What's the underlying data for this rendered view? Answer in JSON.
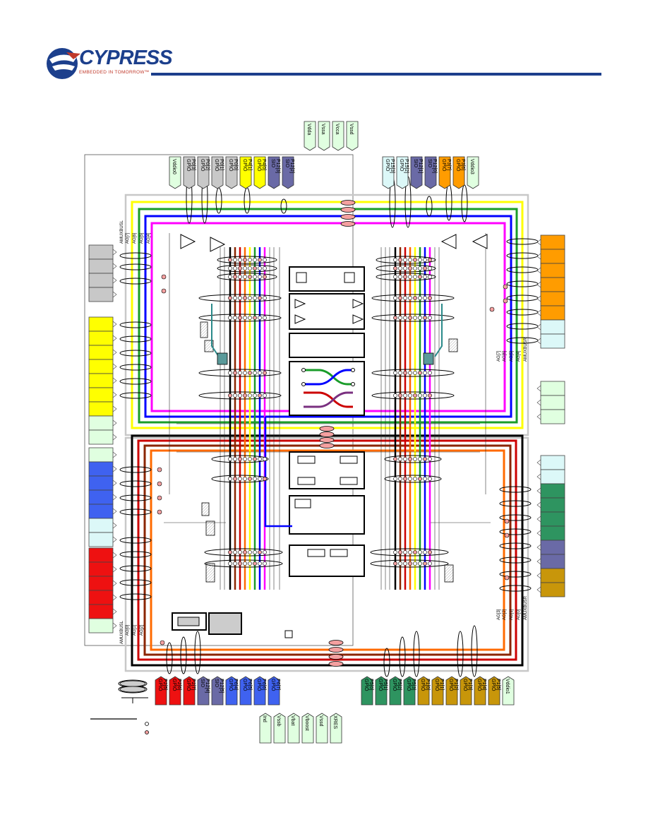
{
  "header": {
    "logo_text": "CYPRESS",
    "tagline": "EMBEDDED IN TOMORROW™"
  },
  "colors": {
    "brand": "#1c3f8c",
    "gray_pin": "#c8c8c8",
    "yellow_pin": "#ffff00",
    "blue_pin": "#3f62f0",
    "red_pin": "#ee1111",
    "green_pin": "#2e9460",
    "purple_pin": "#6a6aa6",
    "orange_pin": "#ff9c00",
    "gold_pin": "#c8960a",
    "light_pin": "#dcf8f8",
    "pale_green_pin": "#e0ffe0"
  },
  "power_top": [
    "Vdda",
    "Vssa",
    "Vcca",
    "Vssd"
  ],
  "top_left_pins": [
    "Vddio0",
    "P0[3]",
    "P0[2]",
    "P0[1]",
    "P0[0]",
    "P4[1]",
    "P4[0]",
    "P12[3]",
    "P12[2]"
  ],
  "top_left_types": [
    "",
    "GPIO",
    "GPIO",
    "GPIO",
    "GPIO",
    "GPIO",
    "GPIO",
    "SIO",
    "SIO"
  ],
  "top_right_pins": [
    "P15[3]",
    "P15[2]",
    "P12[1]",
    "P12[0]",
    "P3[7]",
    "P3[6]",
    "Vddio3"
  ],
  "top_right_types": [
    "GPIO",
    "GPIO",
    "SIO",
    "SIO",
    "GPIO",
    "GPIO",
    ""
  ],
  "bottom_left_pins": [
    "P2[5]",
    "P2[6]",
    "P2[7]",
    "P12[4]",
    "P12[5]",
    "P6[4]",
    "P6[5]",
    "P6[6]",
    "P6[7]"
  ],
  "bottom_left_types": [
    "GPIO",
    "GPIO",
    "GPIO",
    "SIO",
    "SIO",
    "GPIO",
    "GPIO",
    "GPIO",
    "GPIO"
  ],
  "bottom_mid_pins": [
    "Ind",
    "Vssb",
    "Vbat",
    "Vboost",
    "Vssd",
    "XRES"
  ],
  "bottom_right_pins": [
    "P5[0]",
    "P5[1]",
    "P5[2]",
    "P5[3]",
    "P1[0]",
    "P1[1]",
    "P1[2]",
    "P1[3]",
    "P1[4]",
    "P1[5]",
    "Vddio1"
  ],
  "bottom_right_types": [
    "GPIO",
    "GPIO",
    "GPIO",
    "GPIO",
    "GPIO",
    "GPIO",
    "GPIO",
    "GPIO",
    "GPIO",
    "GPIO",
    ""
  ],
  "side_labels": {
    "amuxbus_l": "AMUXBUSL",
    "amuxbus_r": "AMUXBUSR",
    "ag_left": [
      "AG[7]",
      "AG[6]",
      "AG[5]",
      "AG[4]"
    ],
    "ag_right": [
      "AG[7]",
      "AG[6]",
      "AG[5]",
      "AG[4]"
    ],
    "ag_bottom_left": [
      "AG[0]",
      "AG[1]",
      "AG[2]"
    ],
    "ag_bottom_right": [
      "AG[3]",
      "AG[2]",
      "AG[1]",
      "AG[0]"
    ]
  }
}
